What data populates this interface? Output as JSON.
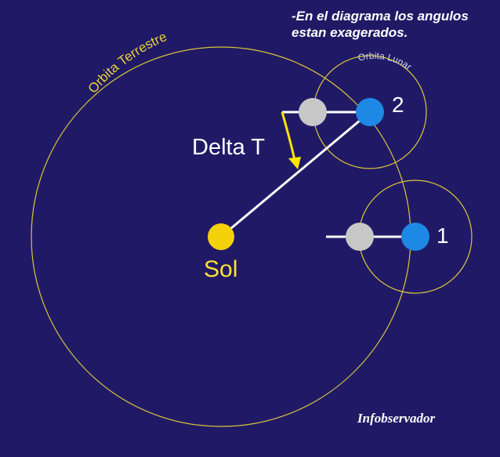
{
  "note": {
    "line1": "-En el diagrama los angulos",
    "line2": "estan exagerados."
  },
  "labels": {
    "earth_orbit": "Orbita Terrestre",
    "moon_orbit": "Orbita Lunar",
    "delta_t": "Delta T",
    "sun": "Sol",
    "position_1": "1",
    "position_2": "2"
  },
  "credit": "Infobservador",
  "colors": {
    "background": "#201a66",
    "orbit": "#d9c63a",
    "sun": "#f5d10a",
    "earth": "#1e88e5",
    "moon": "#c7c7c7",
    "line": "#ffffff",
    "arrow": "#ffe500",
    "sun_label": "#ffe033",
    "orbit_label": "#e8d232"
  }
}
